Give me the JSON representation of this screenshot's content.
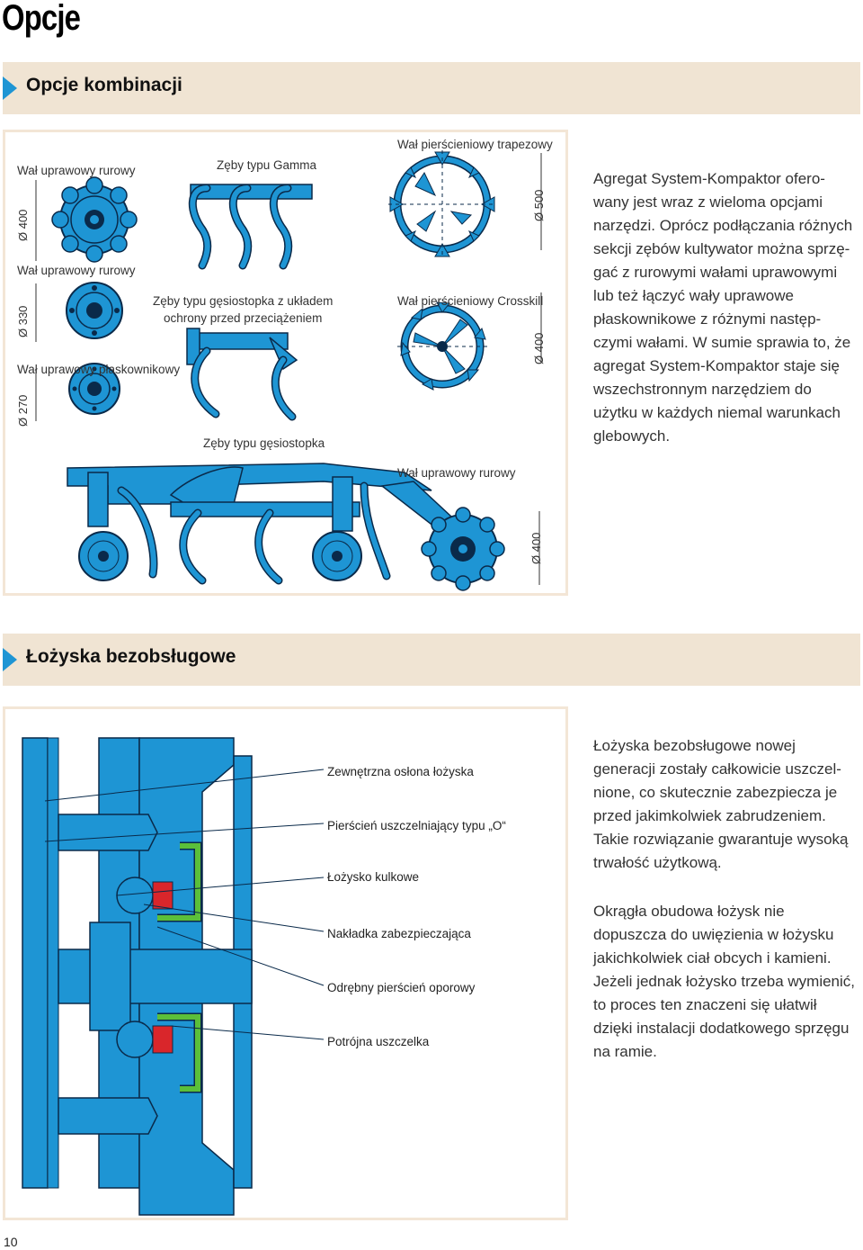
{
  "page": {
    "title": "Opcje",
    "page_number": "10"
  },
  "section1": {
    "heading": "Opcje kombinacji",
    "labels": {
      "roller1": "Wał uprawowy rurowy",
      "roller2": "Wał uprawowy rurowy",
      "roller3": "Wał uprawowy płaskownikowy",
      "gamma": "Zęby typu Gamma",
      "overload_line1": "Zęby typu gęsiostopka z układem",
      "overload_line2": "ochrony przed przeciążeniem",
      "goose": "Zęby typu gęsiostopka",
      "trapez": "Wał pierścieniowy trapezowy",
      "crosskill": "Wał pierścieniowy Crosskill",
      "rear_roller": "Wał uprawowy rurowy"
    },
    "dims": {
      "d400a": "Ø 400",
      "d330": "Ø 330",
      "d270": "Ø 270",
      "d500": "Ø 500",
      "d400b": "Ø 400",
      "d400c": "Ø 400"
    },
    "text_lines": [
      "Agregat System-Kompaktor ofero-",
      "wany jest wraz z wieloma opcjami",
      "narzędzi. Oprócz podłączania różnych",
      "sekcji zębów kultywator można sprzę-",
      "gać z rurowymi wałami uprawowymi",
      "lub też łączyć wały uprawowe",
      "płaskownikowe z różnymi następ-",
      "czymi wałami. W sumie sprawia to, że",
      "agregat System-Kompaktor staje się",
      "wszechstronnym narzędziem do",
      "użytku w każdych niemal warunkach",
      "glebowych."
    ]
  },
  "section2": {
    "heading": "Łożyska bezobsługowe",
    "callouts": [
      "Zewnętrzna osłona łożyska",
      "Pierścień uszczelniający typu „O“",
      "Łożysko kulkowe",
      "Nakładka zabezpieczająca",
      "Odrębny pierścień oporowy",
      "Potrójna uszczelka"
    ],
    "para1_lines": [
      "Łożyska bezobsługowe nowej",
      "generacji zostały całkowicie uszczel-",
      "nione, co skutecznie zabezpiecza je",
      "przed jakimkolwiek zabrudzeniem.",
      "Takie rozwiązanie gwarantuje wysoką",
      "trwałość użytkową."
    ],
    "para2_lines": [
      "Okrągła obudowa łożysk nie",
      "dopuszcza do uwięzienia w łożysku",
      "jakichkolwiek ciał obcych i kamieni.",
      "Jeżeli jednak łożysko trzeba wymienić,",
      "to proces ten znaczeni się ułatwił",
      "dzięki instalacji dodatkowego sprzęgu",
      "na ramie."
    ]
  },
  "colors": {
    "accent": "#1e95d4",
    "band": "#f0e4d3",
    "outline": "#0a2a4a",
    "seal_green": "#5bbf3a",
    "seal_red": "#d9262b"
  }
}
